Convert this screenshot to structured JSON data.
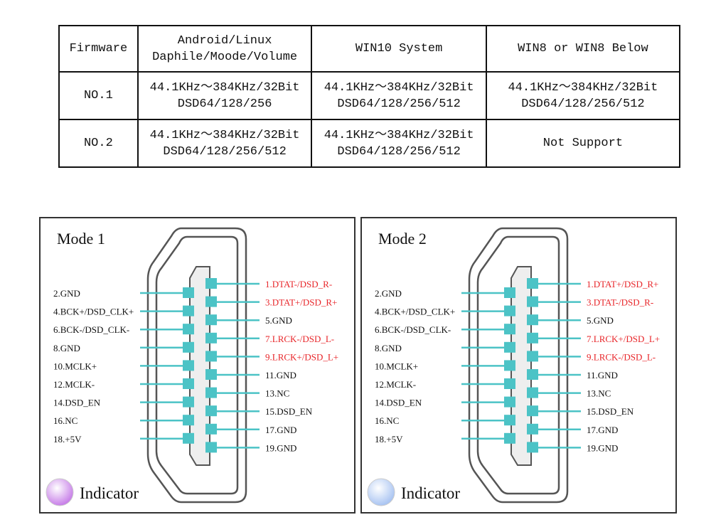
{
  "table": {
    "headers": [
      "Firmware",
      [
        "Android/Linux",
        "Daphile/Moode/Volume"
      ],
      [
        "WIN10 System"
      ],
      [
        "WIN8 or WIN8 Below"
      ]
    ],
    "rows": [
      {
        "label": "NO.1",
        "cells": [
          [
            "44.1KHz～384KHz/32Bit",
            "DSD64/128/256"
          ],
          [
            "44.1KHz～384KHz/32Bit",
            "DSD64/128/256/512"
          ],
          [
            "44.1KHz～384KHz/32Bit",
            "DSD64/128/256/512"
          ]
        ]
      },
      {
        "label": "NO.2",
        "cells": [
          [
            "44.1KHz～384KHz/32Bit",
            "DSD64/128/256/512"
          ],
          [
            "44.1KHz～384KHz/32Bit",
            "DSD64/128/256/512"
          ],
          [
            "Not Support"
          ]
        ]
      }
    ]
  },
  "colors": {
    "pin": "#4cc3c6",
    "highlight": "#e8262a",
    "text": "#111111",
    "outline": "#555555"
  },
  "panels": [
    {
      "title": "Mode 1",
      "indicator_label": "Indicator",
      "indicator_color": "#c77ee8",
      "left_pins": [
        {
          "label": "2.GND"
        },
        {
          "label": "4.BCK+/DSD_CLK+"
        },
        {
          "label": "6.BCK-/DSD_CLK-"
        },
        {
          "label": "8.GND"
        },
        {
          "label": "10.MCLK+"
        },
        {
          "label": "12.MCLK-"
        },
        {
          "label": "14.DSD_EN"
        },
        {
          "label": "16.NC"
        },
        {
          "label": "18.+5V"
        }
      ],
      "right_pins": [
        {
          "label": "1.DTAT-/DSD_R-",
          "highlight": true
        },
        {
          "label": "3.DTAT+/DSD_R+",
          "highlight": true
        },
        {
          "label": "5.GND"
        },
        {
          "label": "7.LRCK-/DSD_L-",
          "highlight": true
        },
        {
          "label": "9.LRCK+/DSD_L+",
          "highlight": true
        },
        {
          "label": "11.GND"
        },
        {
          "label": "13.NC"
        },
        {
          "label": "15.DSD_EN"
        },
        {
          "label": "17.GND"
        },
        {
          "label": "19.GND"
        }
      ]
    },
    {
      "title": "Mode 2",
      "indicator_label": "Indicator",
      "indicator_color": "#a9c4f2",
      "left_pins": [
        {
          "label": "2.GND"
        },
        {
          "label": "4.BCK+/DSD_CLK+"
        },
        {
          "label": "6.BCK-/DSD_CLK-"
        },
        {
          "label": "8.GND"
        },
        {
          "label": "10.MCLK+"
        },
        {
          "label": "12.MCLK-"
        },
        {
          "label": "14.DSD_EN"
        },
        {
          "label": "16.NC"
        },
        {
          "label": "18.+5V"
        }
      ],
      "right_pins": [
        {
          "label": "1.DTAT+/DSD_R+",
          "highlight": true
        },
        {
          "label": "3.DTAT-/DSD_R-",
          "highlight": true
        },
        {
          "label": "5.GND"
        },
        {
          "label": "7.LRCK+/DSD_L+",
          "highlight": true
        },
        {
          "label": "9.LRCK-/DSD_L-",
          "highlight": true
        },
        {
          "label": "11.GND"
        },
        {
          "label": "13.NC"
        },
        {
          "label": "15.DSD_EN"
        },
        {
          "label": "17.GND"
        },
        {
          "label": "19.GND"
        }
      ]
    }
  ]
}
